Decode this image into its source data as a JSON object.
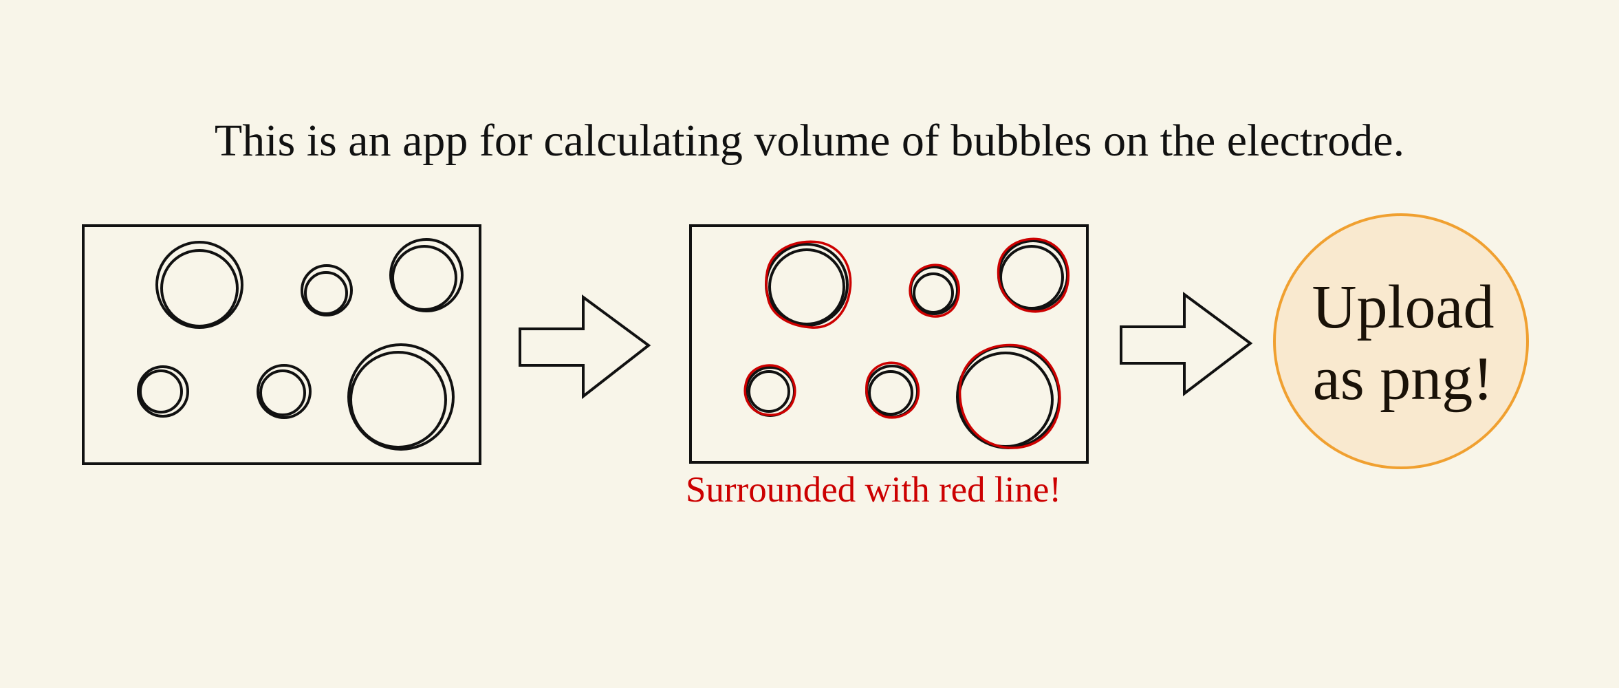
{
  "header": {
    "title": "This is an app for calculating volume of bubbles on the electrode."
  },
  "steps": {
    "caption": "Surrounded with red line!",
    "upload": {
      "line1": "Upload",
      "line2": "as png!"
    }
  },
  "colors": {
    "background": "#f8f5e9",
    "stroke": "#111111",
    "highlight": "#cc0000",
    "button_fill": "#f9e9cf",
    "button_border": "#f0a030"
  },
  "icons": [
    "arrow-right-icon",
    "bubble-icon"
  ]
}
